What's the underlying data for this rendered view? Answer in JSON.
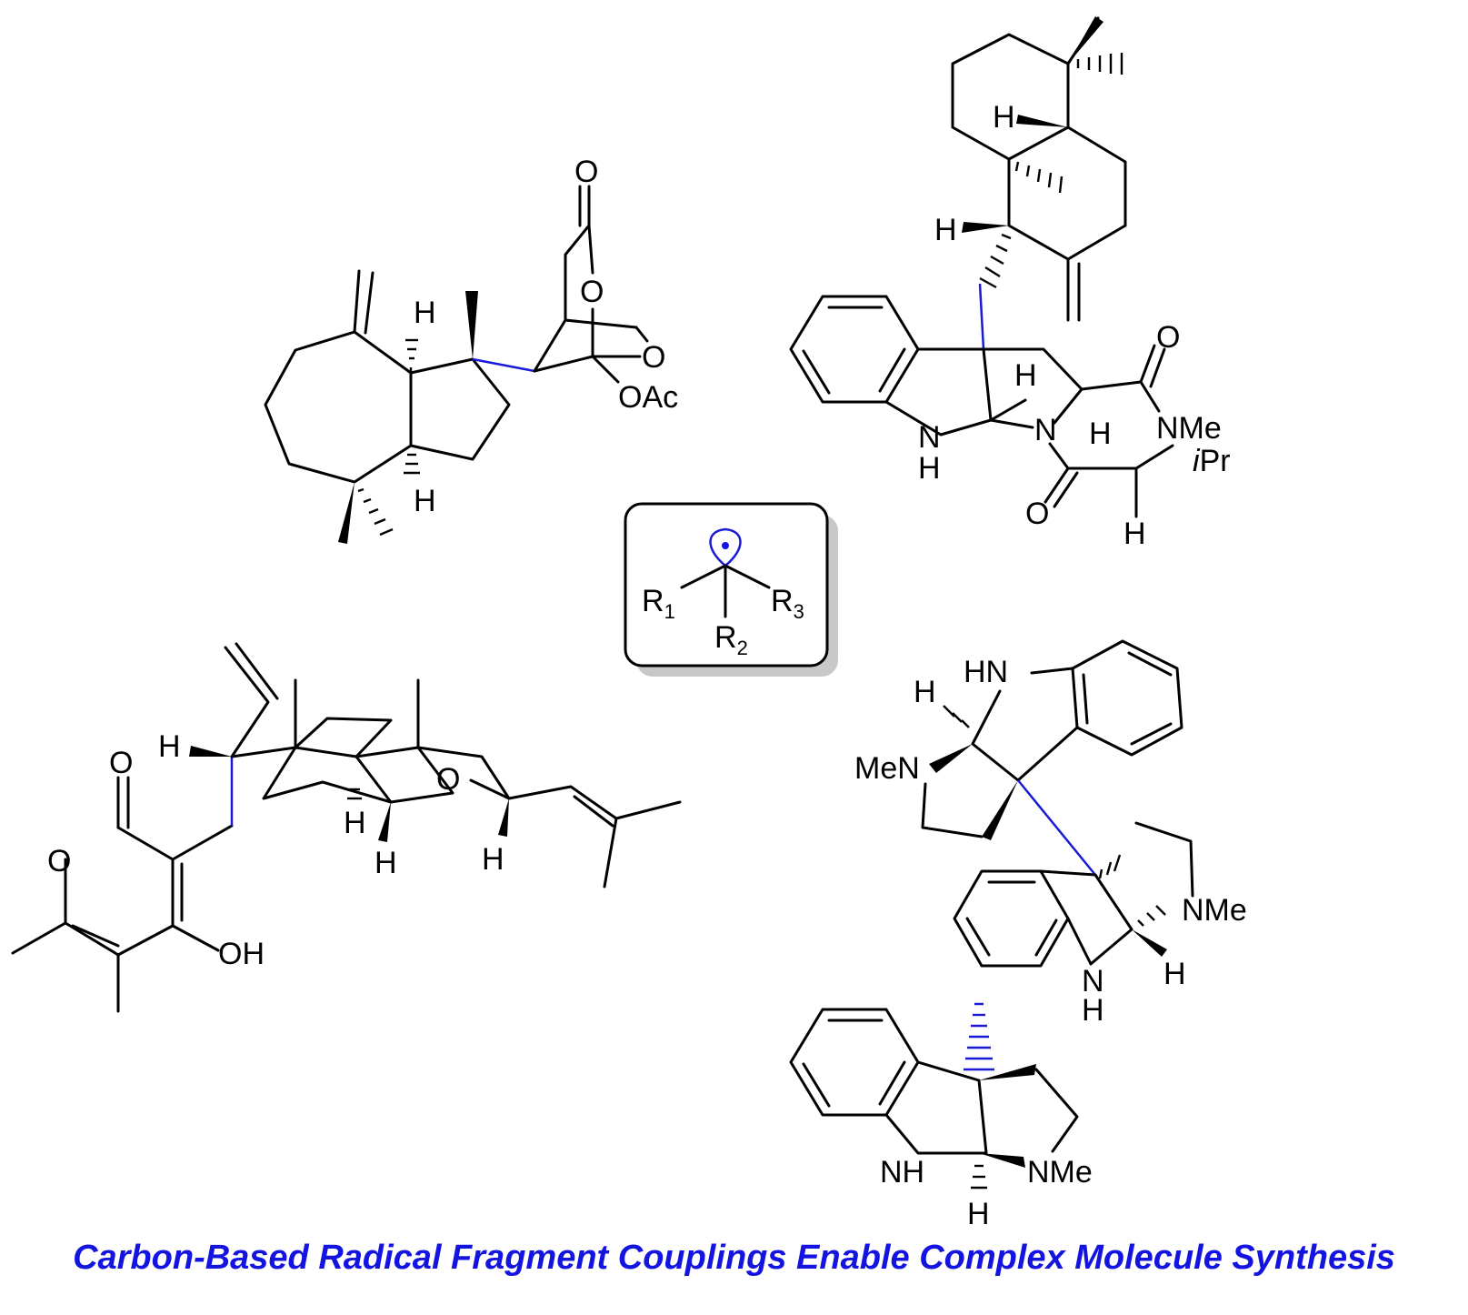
{
  "caption": "Carbon-Based Radical Fragment Couplings Enable Complex Molecule Synthesis",
  "colors": {
    "accent": "#1414e0",
    "bond": "#000000",
    "box_shadow": "#c8c8c8"
  },
  "center_box": {
    "r1": "R",
    "r1_sub": "1",
    "r2": "R",
    "r2_sub": "2",
    "r3": "R",
    "r3_sub": "3"
  },
  "molecule_top_left": {
    "carbonyl_o": "O",
    "ring_o": "O",
    "ether_o": "O",
    "acetate": "OAc",
    "h_top": "H",
    "h_bottom": "H"
  },
  "molecule_top_right": {
    "h_upper": "H",
    "h_mid": "H",
    "h_ring": "H",
    "h_amide": "H",
    "h_bottom": "H",
    "nh": "N",
    "nh_h": "H",
    "n": "N",
    "nme": "NMe",
    "ipr_i": "i",
    "ipr_pr": "Pr",
    "o_upper": "O",
    "o_lower": "O"
  },
  "molecule_bottom_left": {
    "o_carbonyl": "O",
    "o_ring": "O",
    "oh": "OH",
    "o_ether": "O",
    "h_left": "H",
    "h_a": "H",
    "h_b": "H",
    "h_c": "H"
  },
  "molecule_bottom_right": {
    "hn_top": "HN",
    "h_top": "H",
    "men": "MeN",
    "nme_mid": "NMe",
    "h_mid": "H",
    "nh_mid": "N",
    "nh_mid_h": "H",
    "nh_bot": "NH",
    "nme_bot": "NMe",
    "h_bot": "H"
  }
}
